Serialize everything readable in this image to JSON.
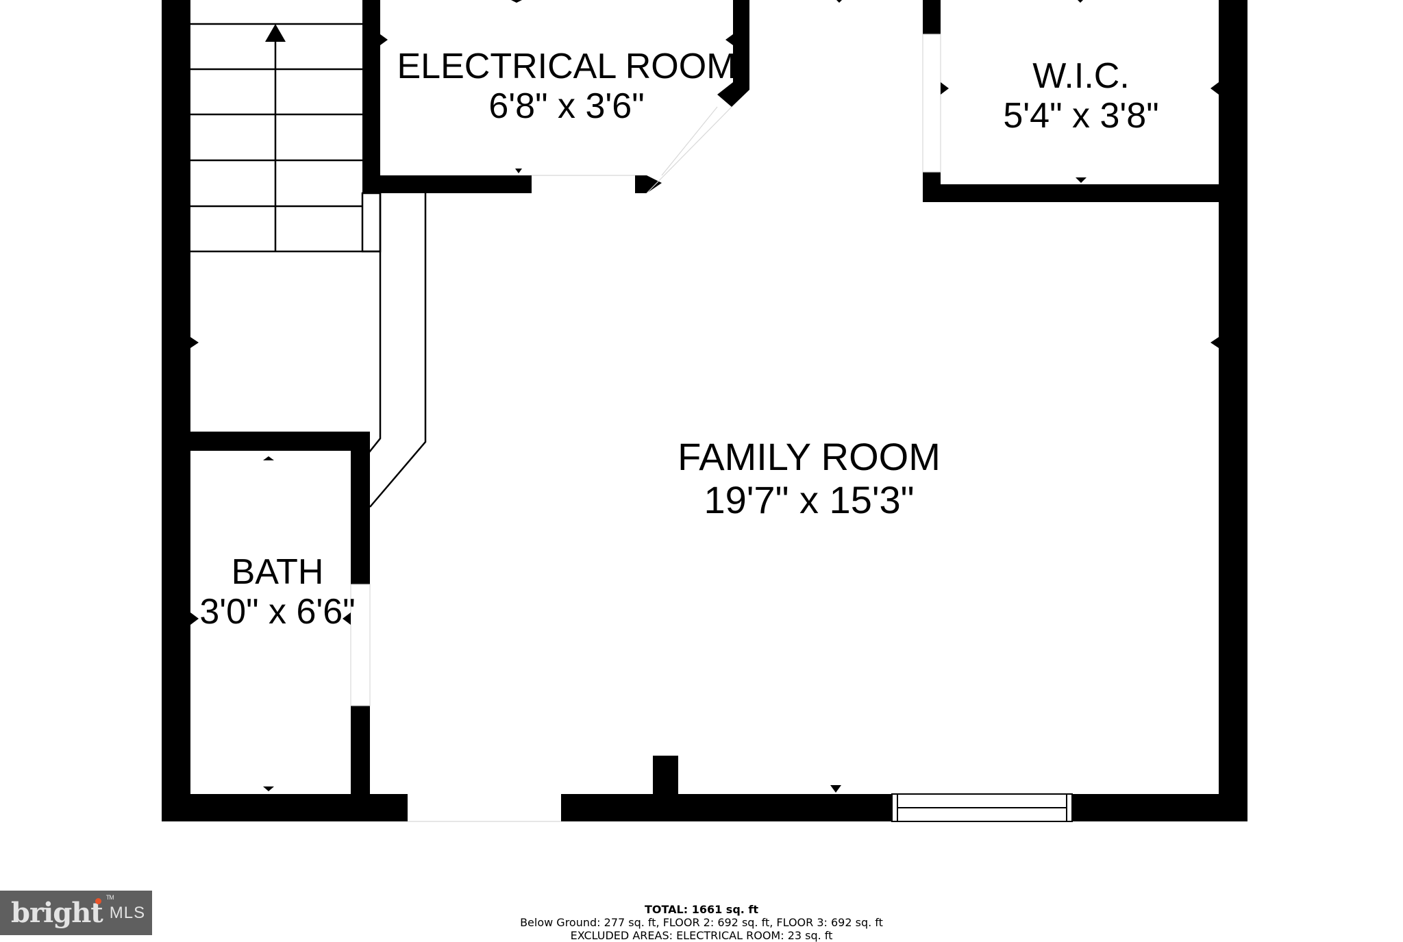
{
  "rooms": [
    {
      "name": "ELECTRICAL ROOM",
      "dims": "6'8\" x 3'6\""
    },
    {
      "name": "W.I.C.",
      "dims": "5'4\" x 3'8\""
    },
    {
      "name": "FAMILY ROOM",
      "dims": "19'7\" x 15'3\""
    },
    {
      "name": "BATH",
      "dims": "3'0\" x 6'6\""
    }
  ],
  "footer": {
    "total": "TOTAL: 1661 sq. ft",
    "breakdown": "Below Ground: 277 sq. ft, FLOOR 2: 692 sq. ft, FLOOR 3: 692 sq. ft",
    "excluded": "EXCLUDED AREAS: ELECTRICAL ROOM: 23 sq. ft"
  },
  "logo": {
    "brand": "bright",
    "tm": "TM",
    "suffix": "MLS",
    "bg_color": "#5f5f5f",
    "accent_color": "#e8532a"
  },
  "icons": {
    "stair_direction": "arrow-up-icon",
    "dimension_markers": "triangle-marker-icon"
  }
}
